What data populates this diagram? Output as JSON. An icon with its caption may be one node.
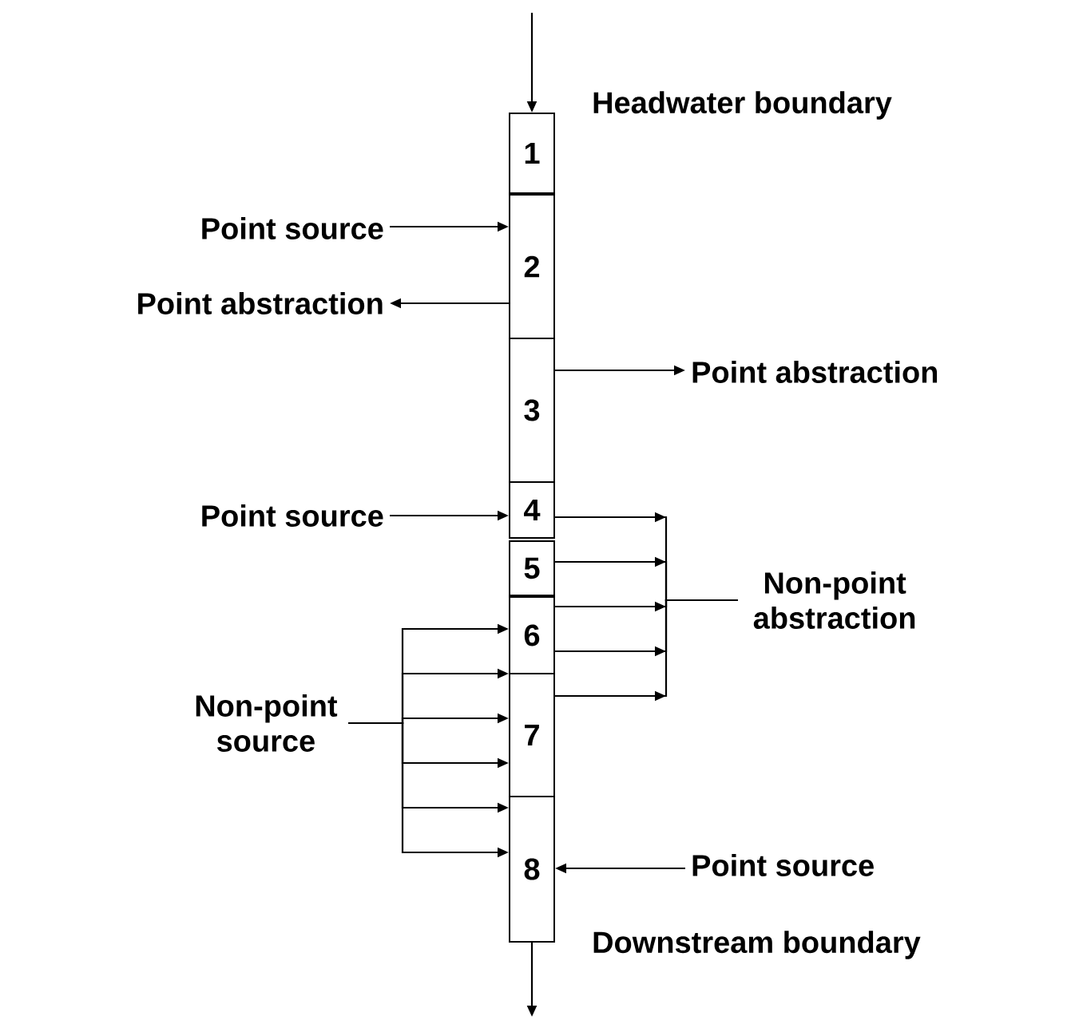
{
  "diagram": {
    "nodes": [
      {
        "text": [
          "1"
        ],
        "beside": [
          "Headwater boundary"
        ]
      },
      {
        "text": [
          "2"
        ]
      },
      {
        "text": [
          "3"
        ]
      },
      {
        "text": [
          "4"
        ]
      },
      {
        "text": [
          "5"
        ]
      },
      {
        "text": [
          "6"
        ]
      },
      {
        "text": [
          "7"
        ]
      },
      {
        "text": [
          "8"
        ],
        "beside": [
          "Downstream boundary"
        ]
      },
      {
        "text": [
          "Point source"
        ]
      },
      {
        "text": [
          "Point abstraction"
        ]
      },
      {
        "text": [
          "Point abstraction"
        ]
      },
      {
        "text": [
          "Point source"
        ]
      },
      {
        "text": [
          "Non-point abstraction"
        ]
      },
      {
        "text": [
          "Non-point source"
        ]
      },
      {
        "text": [
          "Point source"
        ]
      }
    ],
    "edges": [
      {
        "from": null,
        "to": 0,
        "arrow": "to"
      },
      {
        "from": 7,
        "to": null,
        "arrow": "to"
      },
      {
        "from": 8,
        "to": 1,
        "arrow": "to"
      },
      {
        "from": 1,
        "to": 9,
        "arrow": "to"
      },
      {
        "from": 2,
        "to": 10,
        "arrow": "to"
      },
      {
        "from": 11,
        "to": 3,
        "arrow": "to"
      },
      {
        "from": 3,
        "to": 12,
        "arrow": "to"
      },
      {
        "from": 4,
        "to": 12,
        "arrow": "to"
      },
      {
        "from": 5,
        "to": 12,
        "arrow": "to"
      },
      {
        "from": 5,
        "to": 12,
        "arrow": "to"
      },
      {
        "from": 6,
        "to": 12,
        "arrow": "to"
      },
      {
        "from": 13,
        "to": 5,
        "arrow": "to"
      },
      {
        "from": 13,
        "to": 6,
        "arrow": "to"
      },
      {
        "from": 13,
        "to": 6,
        "arrow": "to"
      },
      {
        "from": 13,
        "to": 6,
        "arrow": "to"
      },
      {
        "from": 13,
        "to": 7,
        "arrow": "to"
      },
      {
        "from": 13,
        "to": 7,
        "arrow": "to"
      },
      {
        "from": 14,
        "to": 7,
        "arrow": "to"
      }
    ]
  }
}
